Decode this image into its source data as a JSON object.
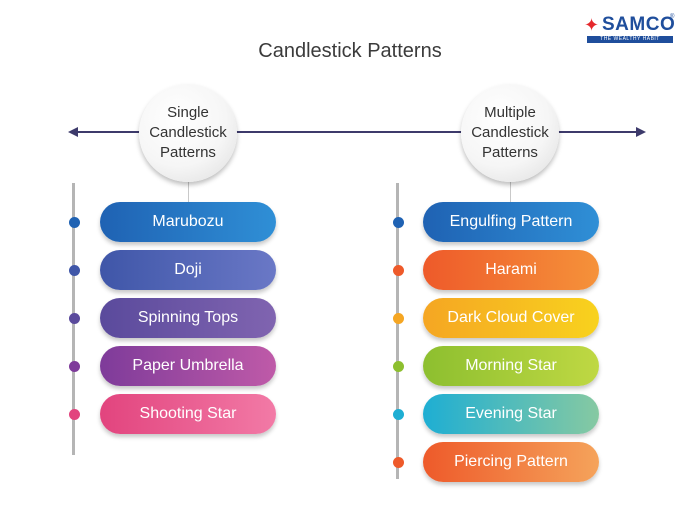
{
  "title": "Candlestick Patterns",
  "logo": {
    "name": "SAMCO",
    "mark": "✦",
    "reg": "®",
    "tagline": "THE WEALTHY HABIT"
  },
  "groups": {
    "single": {
      "label": "Single\nCandlestick\nPatterns",
      "items": [
        {
          "label": "Marubozu",
          "colors": [
            "#1f62b3",
            "#2f8fd6"
          ]
        },
        {
          "label": "Doji",
          "colors": [
            "#3f56a8",
            "#6a78c6"
          ]
        },
        {
          "label": "Spinning Tops",
          "colors": [
            "#5a4a9c",
            "#8064b0"
          ]
        },
        {
          "label": "Paper Umbrella",
          "colors": [
            "#7e3b9a",
            "#bf5aa8"
          ]
        },
        {
          "label": "Shooting Star",
          "colors": [
            "#e2447e",
            "#f27aa6"
          ]
        }
      ]
    },
    "multiple": {
      "label": "Multiple\nCandlestick\nPatterns",
      "items": [
        {
          "label": "Engulfing Pattern",
          "colors": [
            "#1f62b3",
            "#2f8fd6"
          ]
        },
        {
          "label": "Harami",
          "colors": [
            "#ee5a2a",
            "#f5923a"
          ]
        },
        {
          "label": "Dark Cloud Cover",
          "colors": [
            "#f5a623",
            "#f8d21e"
          ]
        },
        {
          "label": "Morning Star",
          "colors": [
            "#8dbf2f",
            "#bfd843"
          ]
        },
        {
          "label": "Evening Star",
          "colors": [
            "#1eaed3",
            "#86c9a2"
          ]
        },
        {
          "label": "Piercing Pattern",
          "colors": [
            "#ee5a2a",
            "#f5a35b"
          ]
        }
      ]
    }
  },
  "colors": {
    "axis": "#3d3a6b",
    "branch": "#b5b5b5"
  }
}
